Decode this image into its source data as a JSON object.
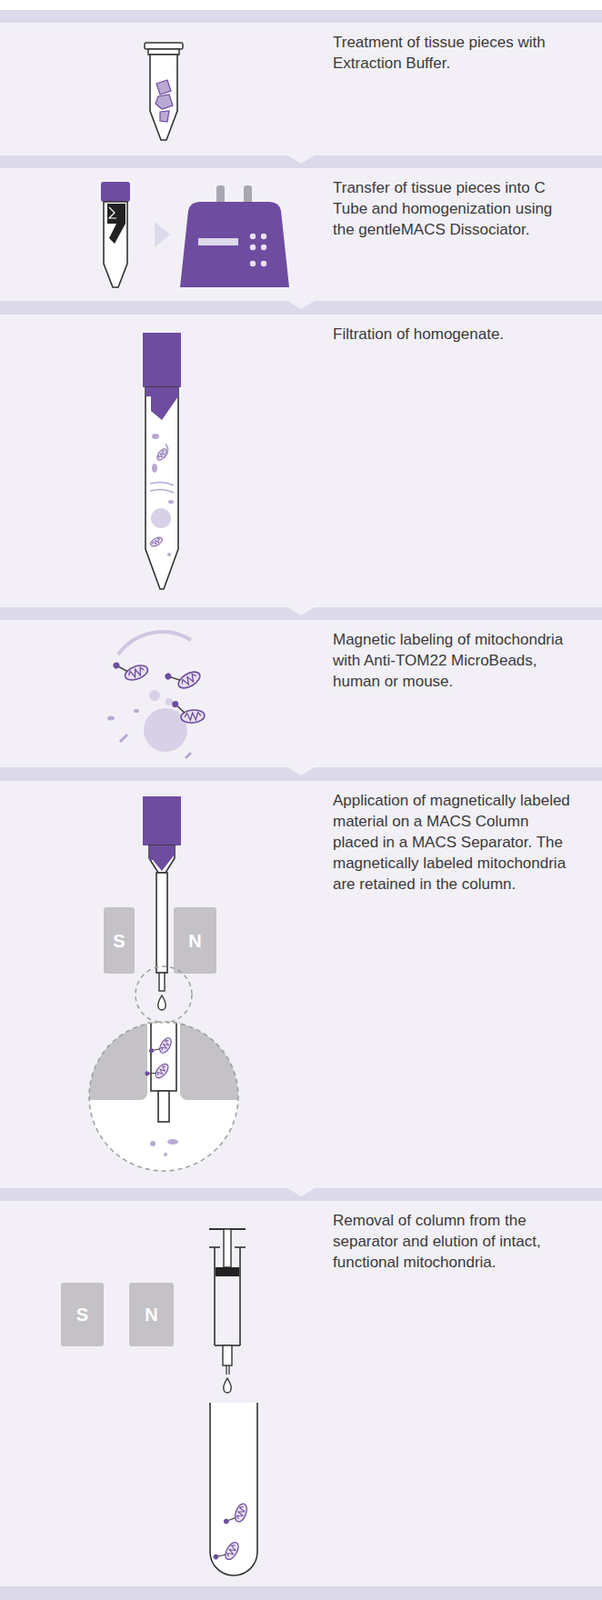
{
  "diagram": {
    "nodes": [
      {
        "text": [
          "Treatment of tissue pieces with Extraction Buffer."
        ]
      },
      {
        "text": [
          "Transfer of tissue pieces into C Tube and homogenization using the gentleMACS Dissociator."
        ]
      },
      {
        "text": [
          "Filtration of homogenate."
        ]
      },
      {
        "text": [
          "Magnetic labeling of mitochondria with Anti-TOM22 MicroBeads, human or mouse."
        ]
      },
      {
        "text": [
          "Application of magnetically labeled material on a MACS Column placed in a MACS Separator. The magnetically labeled mitochondria are retained in the column."
        ]
      },
      {
        "text": [
          "Removal of column from the separator and elution of intact, functional mitochondria."
        ]
      }
    ],
    "labels": [
      "S",
      "N",
      "S",
      "N"
    ]
  }
}
